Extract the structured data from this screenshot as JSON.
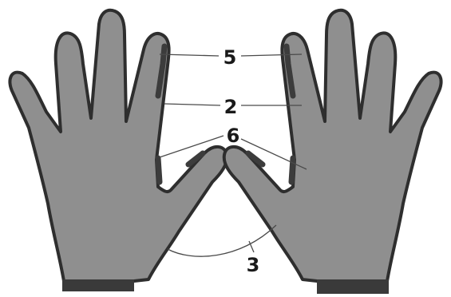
{
  "callouts": {
    "label_5": "5",
    "label_2": "2",
    "label_6": "6",
    "label_3": "3"
  },
  "colors": {
    "glove_fill": "#8f8f8f",
    "glove_outline": "#2e2e2e",
    "cuff": "#3a3a3a",
    "edge_stripe": "#3c3c3c",
    "leader_line": "#4a4a4a",
    "label_text": "#1a1a1a",
    "background": "#ffffff"
  }
}
